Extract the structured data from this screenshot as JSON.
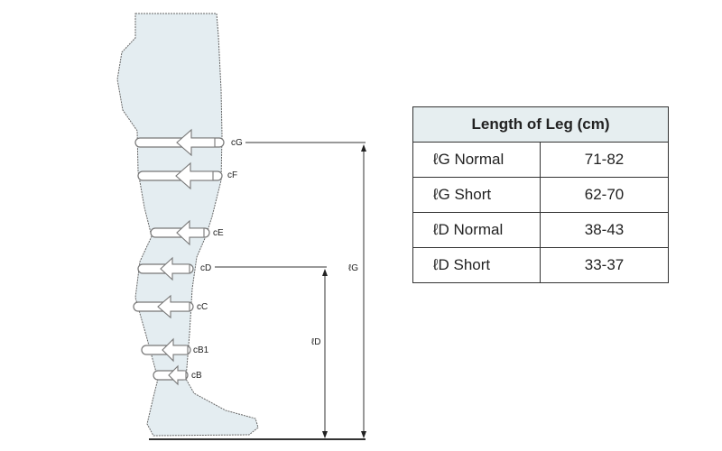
{
  "diagram": {
    "labels": {
      "cG": "cG",
      "cF": "cF",
      "cE": "cE",
      "cD": "cD",
      "cC": "cC",
      "cB1": "cB1",
      "cB": "cB",
      "lG": "ℓG",
      "lD": "ℓD"
    }
  },
  "table": {
    "header": "Length of Leg (cm)",
    "rows": [
      {
        "name": "ℓG Normal",
        "value": "71-82"
      },
      {
        "name": "ℓG Short",
        "value": "62-70"
      },
      {
        "name": "ℓD Normal",
        "value": "38-43"
      },
      {
        "name": "ℓD Short",
        "value": "33-37"
      }
    ]
  },
  "colors": {
    "leg_fill": "#e4edf1",
    "header_bg": "#e6eef0"
  }
}
